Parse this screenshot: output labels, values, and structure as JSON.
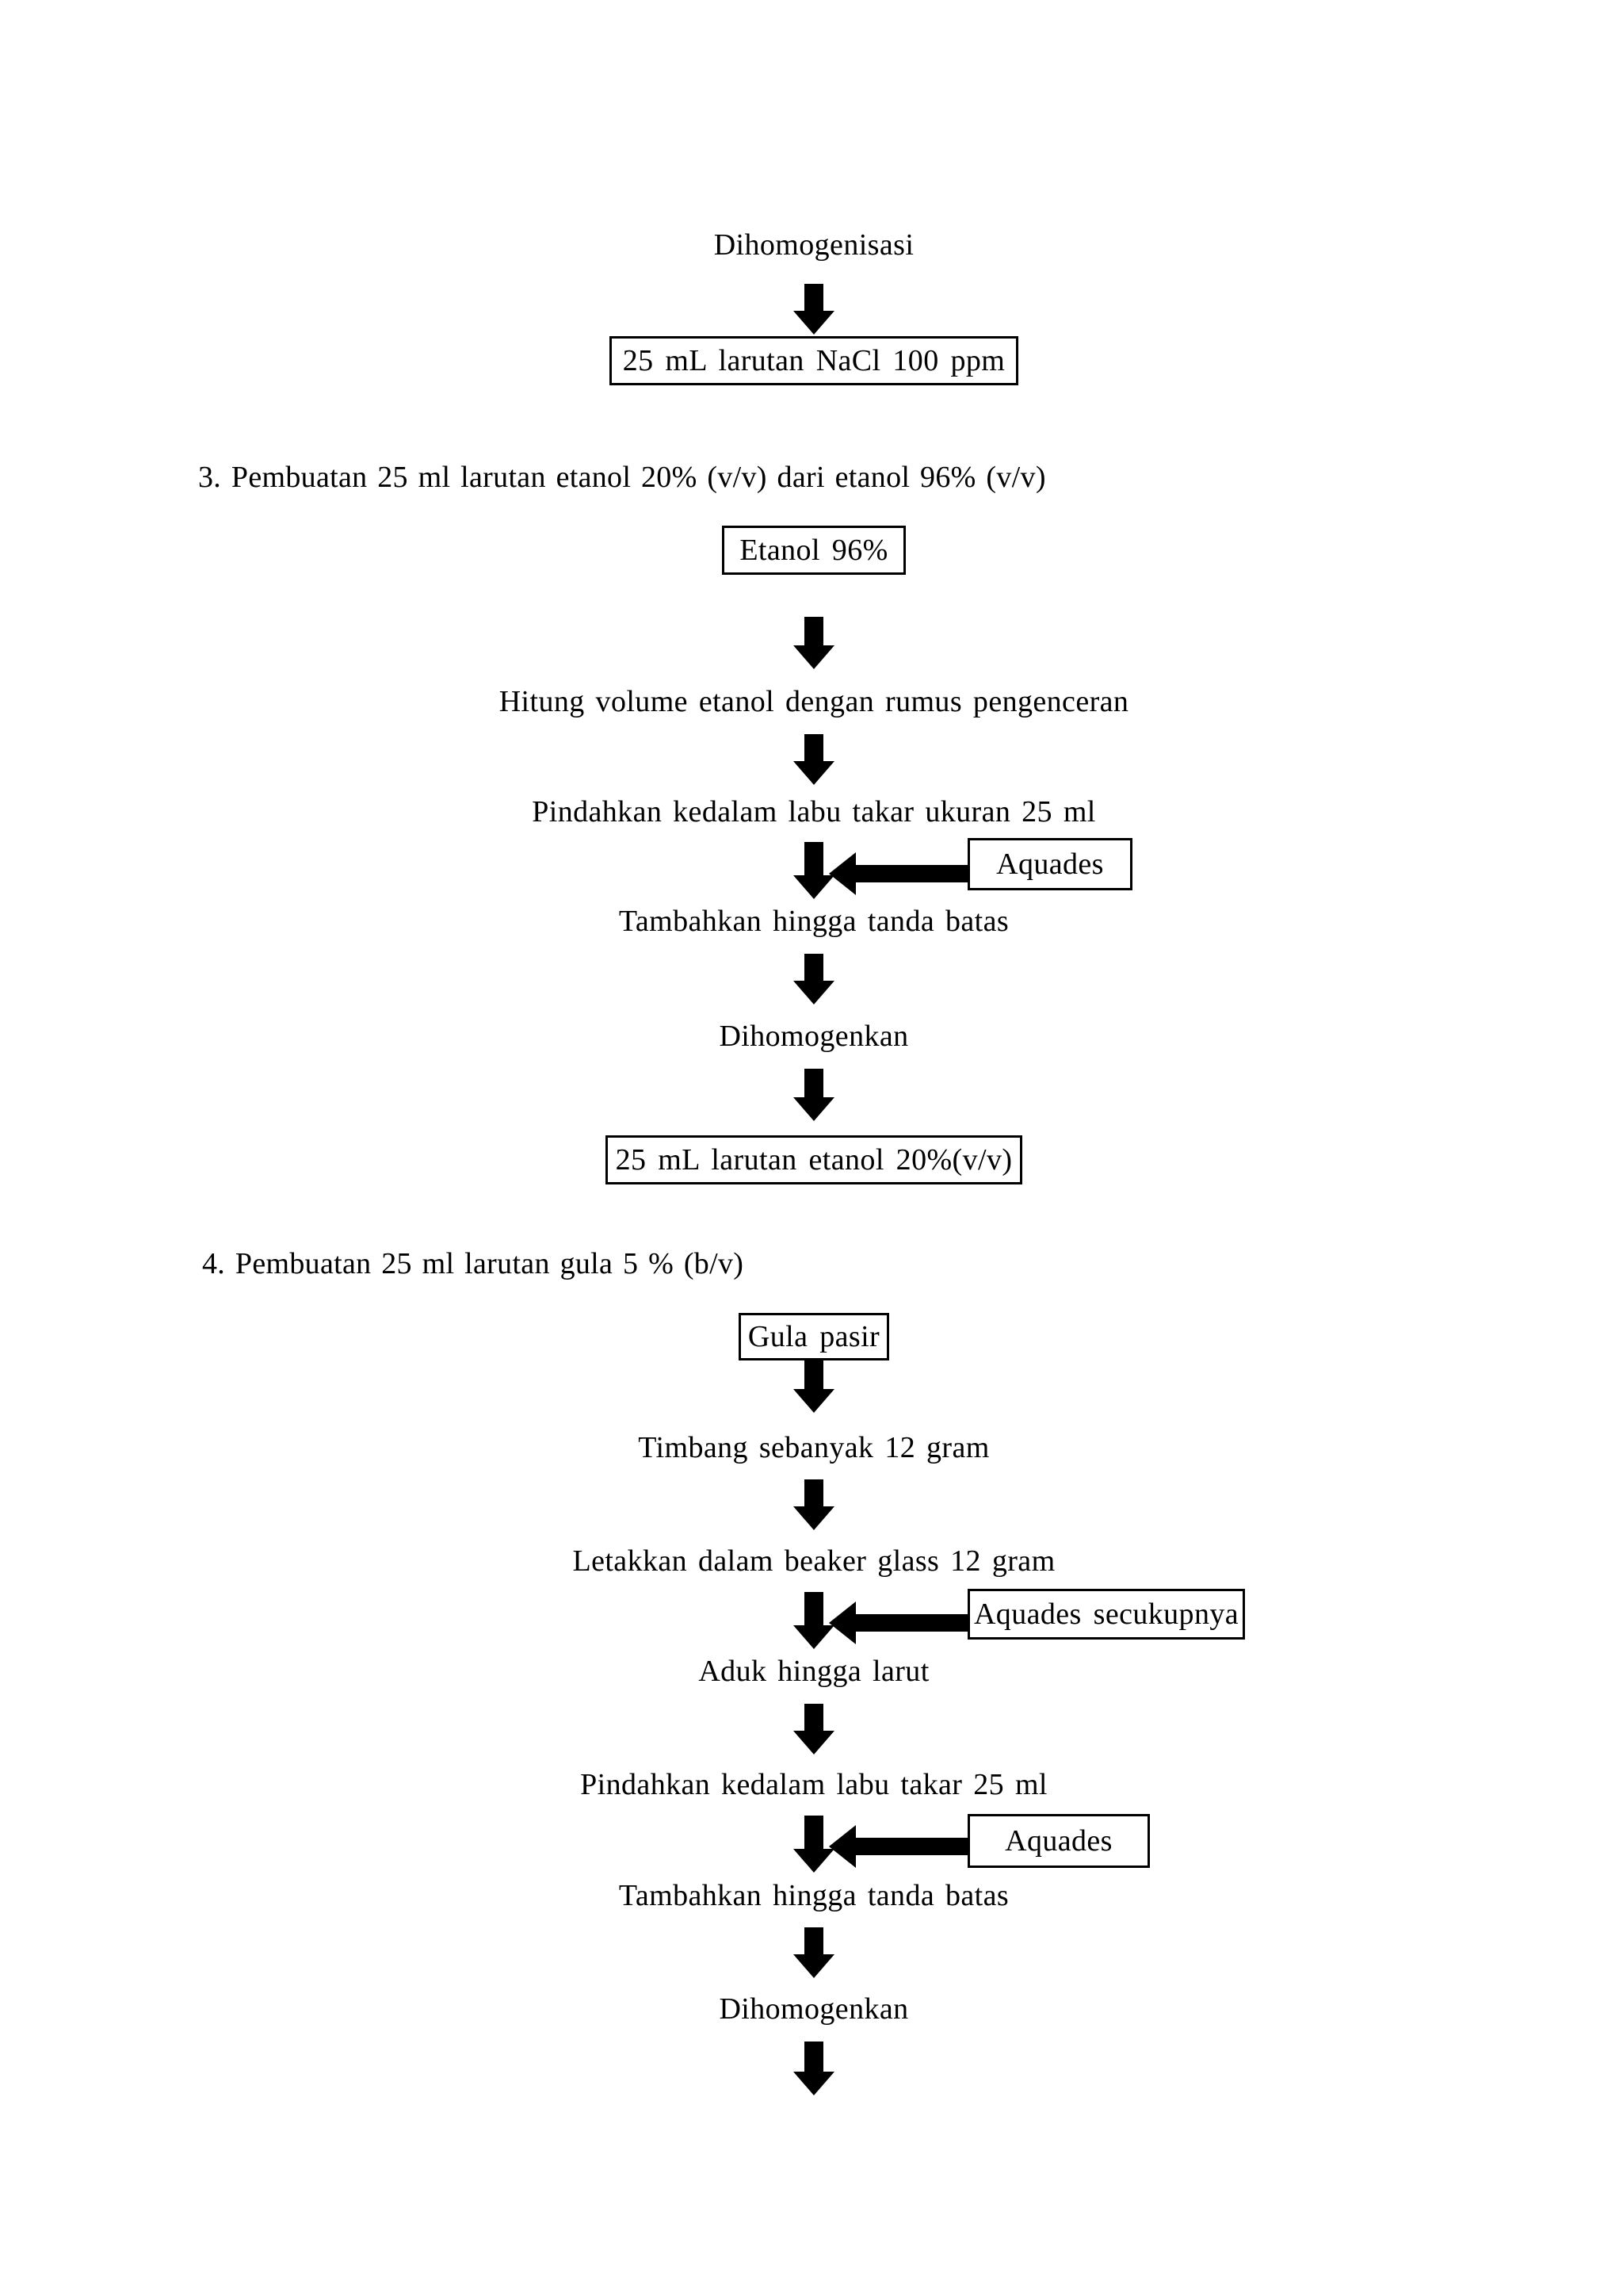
{
  "document": {
    "type": "laboratory-procedure-flowchart",
    "language": "id",
    "page_background": "#ffffff",
    "ink_color": "#000000"
  },
  "section_top": {
    "steps": [
      {
        "label": "Dihomogenisasi"
      }
    ],
    "result_box": {
      "label": "25 mL  larutan  NaCl 100 ppm"
    }
  },
  "section3": {
    "heading": "3. Pembuatan  25 ml larutan  etanol  20% (v/v)  dari etanol 96% (v/v)",
    "start_box": {
      "label": "Etanol  96%"
    },
    "steps": [
      {
        "label": "Hitung  volume  etanol dengan  rumus  pengenceran"
      },
      {
        "label": "Pindahkan  kedalam labu takar ukuran  25 ml"
      },
      {
        "label": "Tambahkan  hingga  tanda batas"
      },
      {
        "label": "Dihomogenkan"
      }
    ],
    "side_input": {
      "label": "Aquades"
    },
    "result_box": {
      "label": "25 mL  larutan  etanol  20%(v/v)"
    }
  },
  "section4": {
    "heading": "4. Pembuatan  25 ml larutan  gula  5 % (b/v)",
    "start_box": {
      "label": "Gula  pasir"
    },
    "steps": [
      {
        "label": "Timbang  sebanyak  12 gram"
      },
      {
        "label": "Letakkan dalam beaker glass  12 gram"
      },
      {
        "label": "Aduk  hingga  larut"
      },
      {
        "label": "Pindahkan  kedalam labu takar 25 ml"
      },
      {
        "label": "Tambahkan  hingga  tanda batas"
      },
      {
        "label": "Dihomogenkan"
      }
    ],
    "side_input_1": {
      "label": "Aquades secukupnya"
    },
    "side_input_2": {
      "label": "Aquades"
    }
  },
  "icons": {
    "down_arrow": "down-arrow-icon",
    "left_arrow": "left-arrow-icon"
  }
}
